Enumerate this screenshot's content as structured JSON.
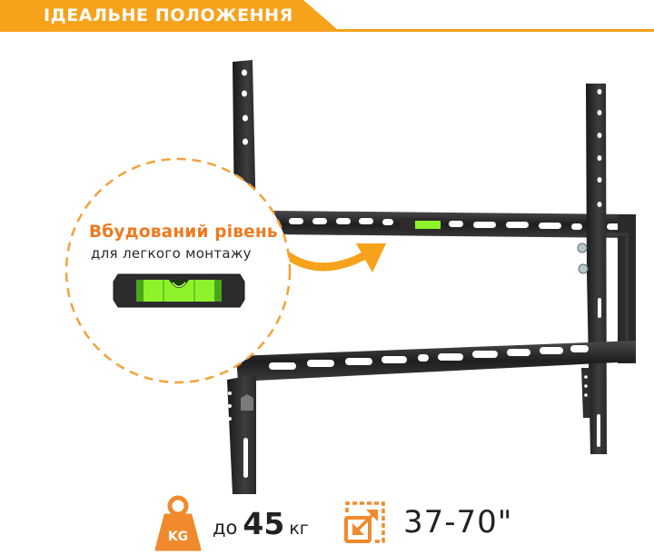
{
  "banner": {
    "title": "ІДЕАЛЬНЕ ПОЛОЖЕННЯ",
    "color": "#f7a21b"
  },
  "callout": {
    "title": "Вбудований рівень",
    "subtitle": "для легкого монтажу",
    "title_color": "#ee7a1f",
    "border_color": "#f2a23a",
    "icon": "bubble-level-icon"
  },
  "product": {
    "image": "tv-wall-mount-bracket",
    "level_color": "#8df22a",
    "metal_color": "#2e2e30"
  },
  "specs": {
    "weight": {
      "icon": "weight-kg-icon",
      "icon_label": "KG",
      "prefix": "до",
      "value": "45",
      "unit": "кг"
    },
    "screen_size": {
      "icon": "resize-diagonal-icon",
      "value": "37-70\""
    },
    "accent_color": "#f08a2c"
  }
}
